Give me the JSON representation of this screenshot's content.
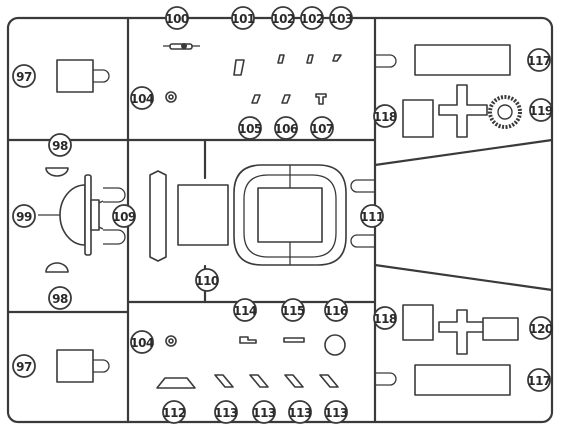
{
  "sprue_parts": {
    "callout_100": "100",
    "callout_101": "101",
    "callout_102a": "102",
    "callout_102b": "102",
    "callout_103": "103",
    "callout_104a": "104",
    "callout_104b": "104",
    "callout_105": "105",
    "callout_106": "106",
    "callout_107": "107",
    "callout_97a": "97",
    "callout_97b": "97",
    "callout_98a": "98",
    "callout_98b": "98",
    "callout_99": "99",
    "callout_109": "109",
    "callout_110": "110",
    "callout_111": "111",
    "callout_112": "112",
    "callout_113a": "113",
    "callout_113b": "113",
    "callout_113c": "113",
    "callout_113d": "113",
    "callout_114": "114",
    "callout_115": "115",
    "callout_116": "116",
    "callout_117a": "117",
    "callout_117b": "117",
    "callout_118a": "118",
    "callout_118b": "118",
    "callout_119": "119",
    "callout_120": "120"
  }
}
